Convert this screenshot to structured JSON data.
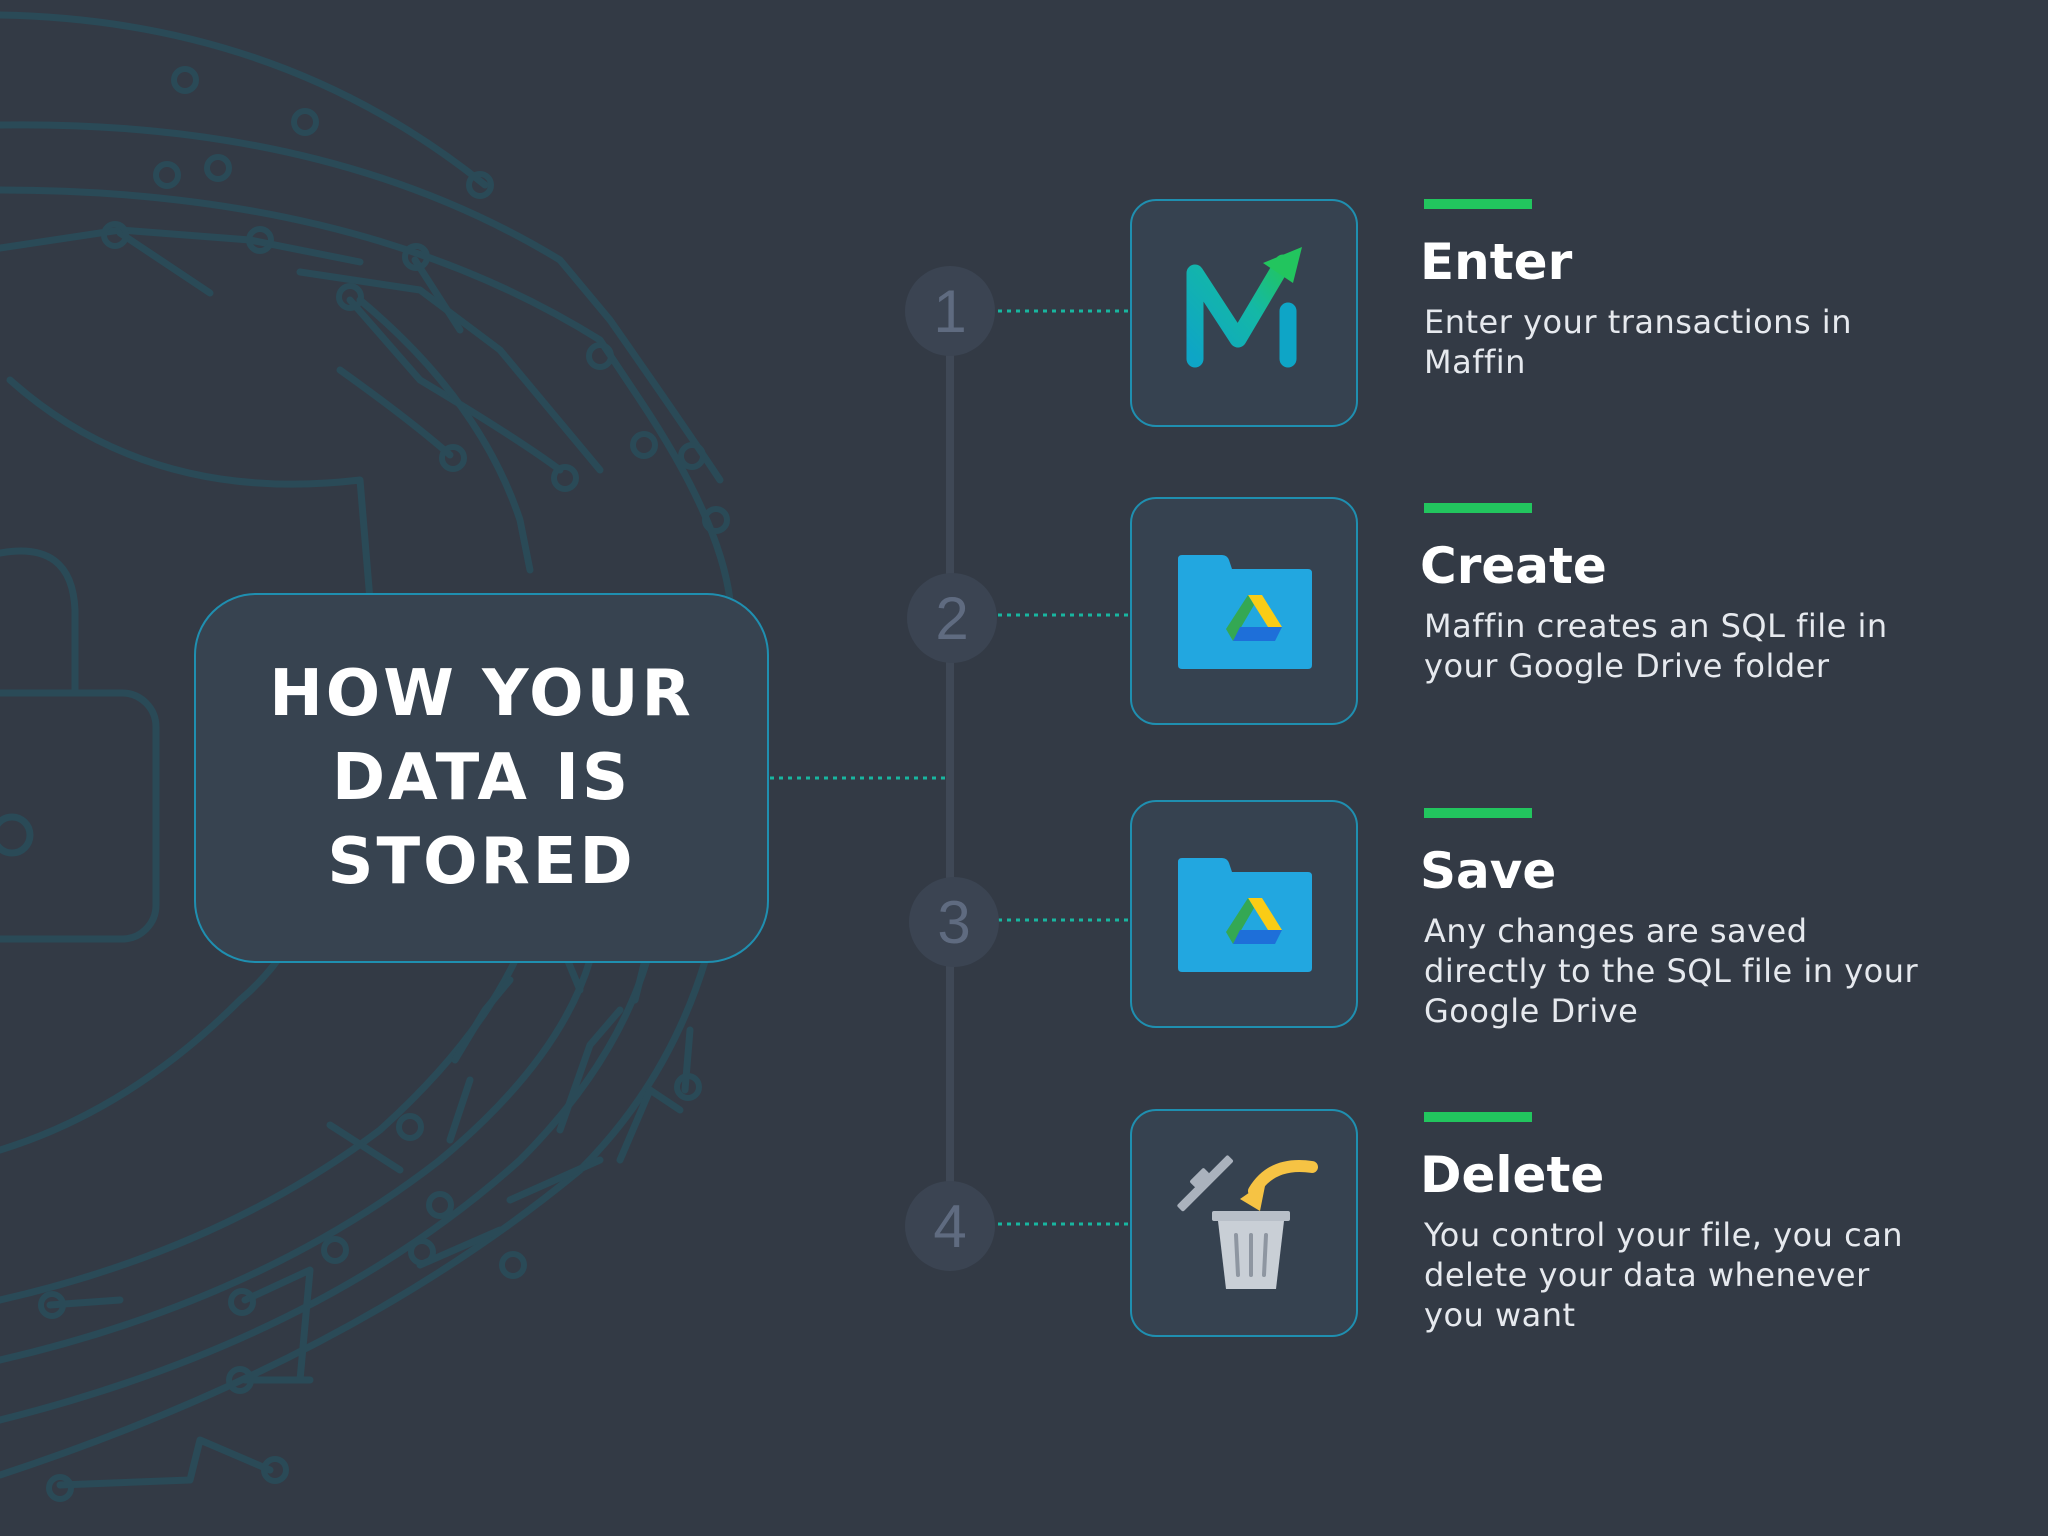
{
  "title": "HOW YOUR\nDATA IS\nSTORED",
  "colors": {
    "background": "#333a45",
    "box_border": "#1f8fb0",
    "accent": "#22c55e",
    "connector": "#18b6a0",
    "step_number": "#5f6b80"
  },
  "steps": [
    {
      "number": "1",
      "title": "Enter",
      "description": "Enter your transactions in Maffin",
      "icon": "maffin-logo-icon"
    },
    {
      "number": "2",
      "title": "Create",
      "description": "Maffin creates an SQL file in your Google Drive folder",
      "icon": "google-drive-folder-icon"
    },
    {
      "number": "3",
      "title": "Save",
      "description": "Any changes are saved directly to the SQL file in your Google Drive",
      "icon": "google-drive-folder-icon"
    },
    {
      "number": "4",
      "title": "Delete",
      "description": "You control your file, you can delete  your data whenever you want",
      "icon": "trash-bin-icon"
    }
  ]
}
